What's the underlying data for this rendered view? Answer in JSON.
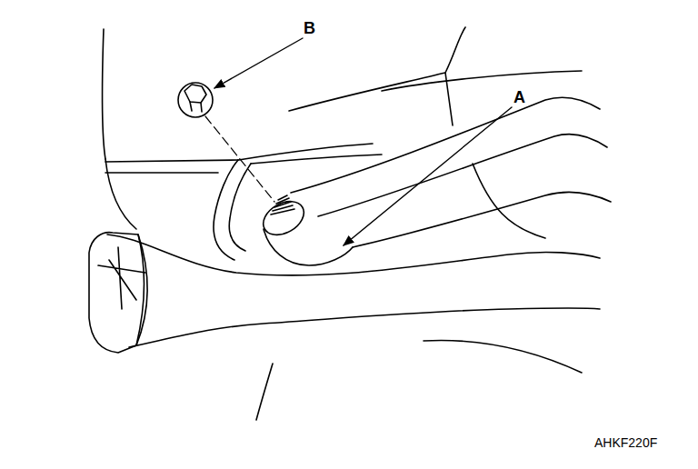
{
  "diagram": {
    "labels": [
      "B",
      "A",
      "AHKF220F"
    ]
  }
}
